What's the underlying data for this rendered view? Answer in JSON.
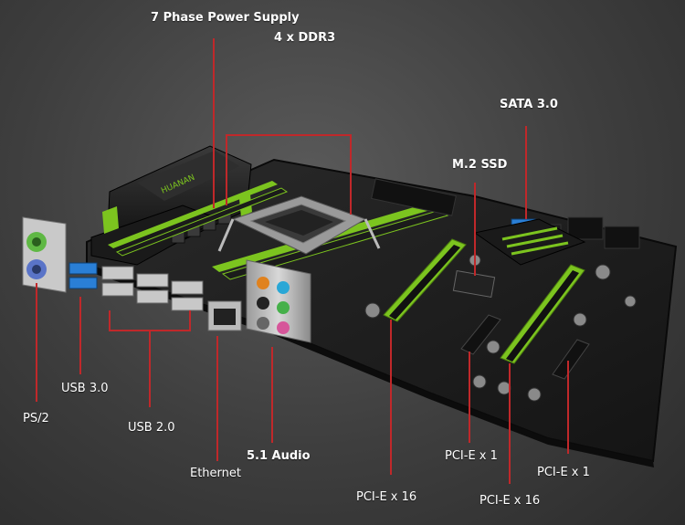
{
  "brand": "HUANAN",
  "colors": {
    "accent_green": "#7cc41f",
    "leader_red": "#c0282a",
    "board_black": "#1c1c1c",
    "sata_blue": "#2a7fd6"
  },
  "labels": {
    "power": "7 Phase Power Supply",
    "ddr3": "4 x DDR3",
    "sata": "SATA 3.0",
    "m2": "M.2 SSD",
    "ps2": "PS/2",
    "usb3": "USB 3.0",
    "usb2": "USB 2.0",
    "ethernet": "Ethernet",
    "audio": "5.1 Audio",
    "pcie16_a": "PCI-E x 16",
    "pcie1_a": "PCI-E x 1",
    "pcie16_b": "PCI-E x 16",
    "pcie1_b": "PCI-E x 1"
  }
}
